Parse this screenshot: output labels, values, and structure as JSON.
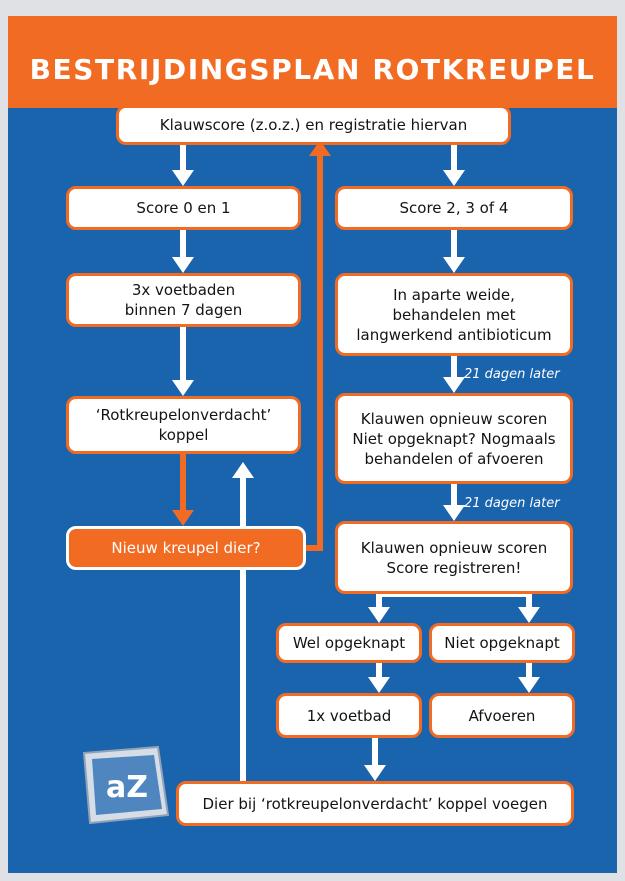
{
  "title": "BESTRIJDINGSPLAN ROTKREUPEL",
  "boxes": {
    "claw_score": "Klauwscore (z.o.z.) en registratie hiervan",
    "score_0_1": "Score 0 en 1",
    "score_2_3_4": "Score 2, 3 of 4",
    "footbaths_3x": "3x voetbaden\nbinnen 7 dagen",
    "separate_pasture": "In aparte weide,\nbehandelen met\nlangwerkend antibioticum",
    "suspect_flock": "‘Rotkreupelonverdacht’\nkoppel",
    "rescore_1": "Klauwen opnieuw scoren\nNiet opgeknapt? Nogmaals\nbehandelen of afvoeren",
    "new_lame": "Nieuw kreupel dier?",
    "rescore_2": "Klauwen opnieuw scoren\nScore registreren!",
    "recovered": "Wel opgeknapt",
    "not_recovered": "Niet opgeknapt",
    "footbath_1x": "1x voetbad",
    "dispose": "Afvoeren",
    "add_to_flock": "Dier bij ‘rotkreupelonverdacht’ koppel voegen"
  },
  "notes": {
    "later_1": "21 dagen later",
    "later_2": "21 dagen later"
  },
  "logo_text": "aZ",
  "colors": {
    "background": "#1a63ad",
    "accent": "#f26b23",
    "box": "#ffffff",
    "text": "#141414"
  }
}
